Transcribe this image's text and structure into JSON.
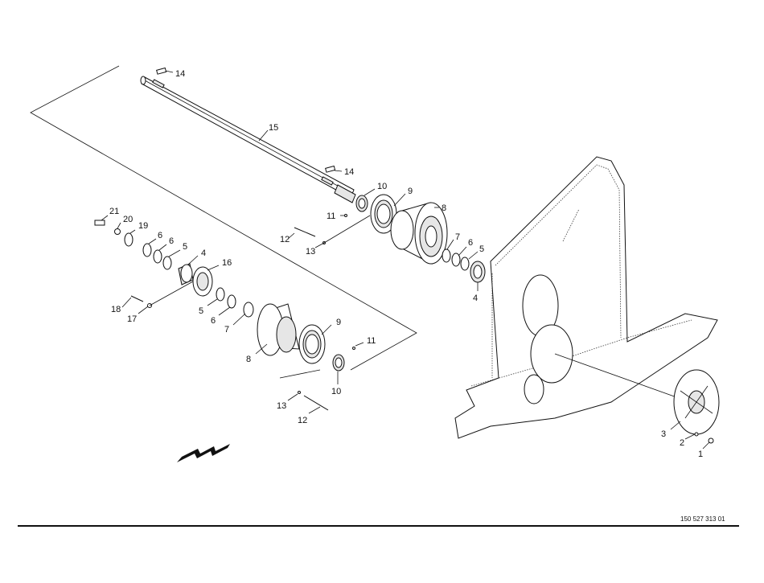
{
  "document": {
    "number": "150 527 313 01"
  },
  "callouts": {
    "c14a": "14",
    "c15": "15",
    "c14b": "14",
    "c10a": "10",
    "c9a": "9",
    "c8a": "8",
    "c11a": "11",
    "c12a": "12",
    "c13a": "13",
    "c7a": "7",
    "c6a": "6",
    "c5a": "5",
    "c4a": "4",
    "c21": "21",
    "c20": "20",
    "c19": "19",
    "c6b": "6",
    "c6c": "6",
    "c5b": "5",
    "c4b": "4",
    "c16": "16",
    "c18": "18",
    "c17": "17",
    "c5c": "5",
    "c6d": "6",
    "c7b": "7",
    "c8b": "8",
    "c9b": "9",
    "c11b": "11",
    "c10b": "10",
    "c13b": "13",
    "c12b": "12",
    "c3": "3",
    "c2": "2",
    "c1": "1"
  },
  "colors": {
    "line": "#111111",
    "background": "#ffffff"
  },
  "icons": {
    "direction": "travel-direction-arrow-icon"
  }
}
